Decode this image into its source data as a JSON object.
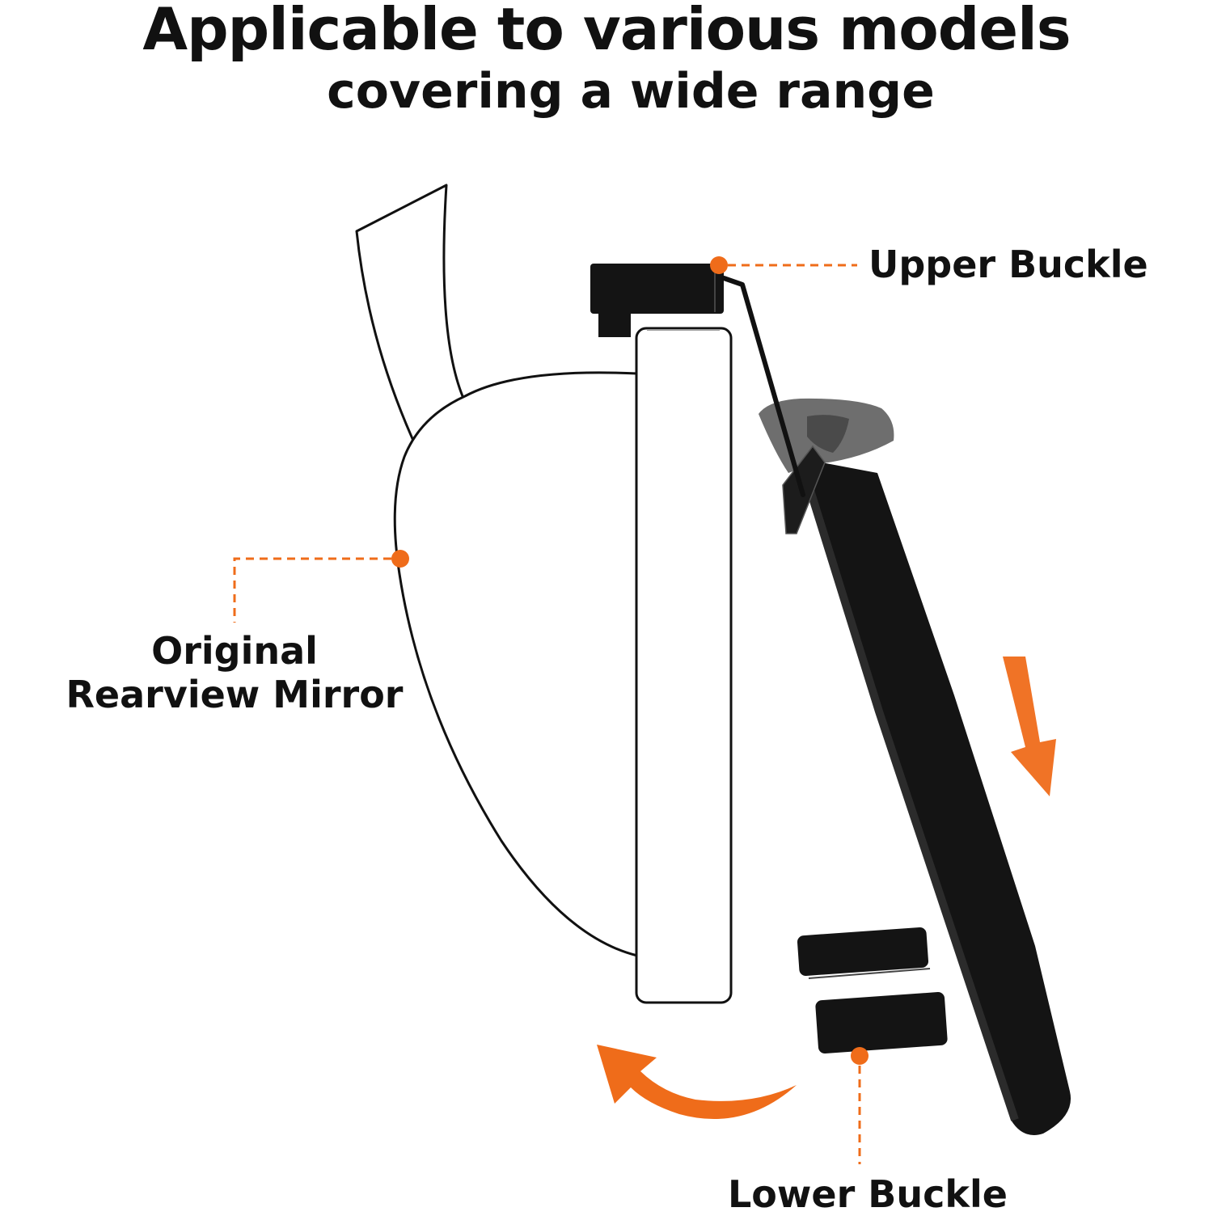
{
  "header": {
    "title": "Applicable to various models",
    "subtitle": "covering a wide range"
  },
  "callouts": {
    "upper_buckle": "Upper Buckle",
    "lower_buckle": "Lower Buckle",
    "mirror_line1": "Original",
    "mirror_line2": "Rearview Mirror"
  },
  "colors": {
    "accent": "#ef6c1a",
    "outline": "#111111",
    "device": "#1a1a1a",
    "clip_gray": "#6e6e6e"
  }
}
